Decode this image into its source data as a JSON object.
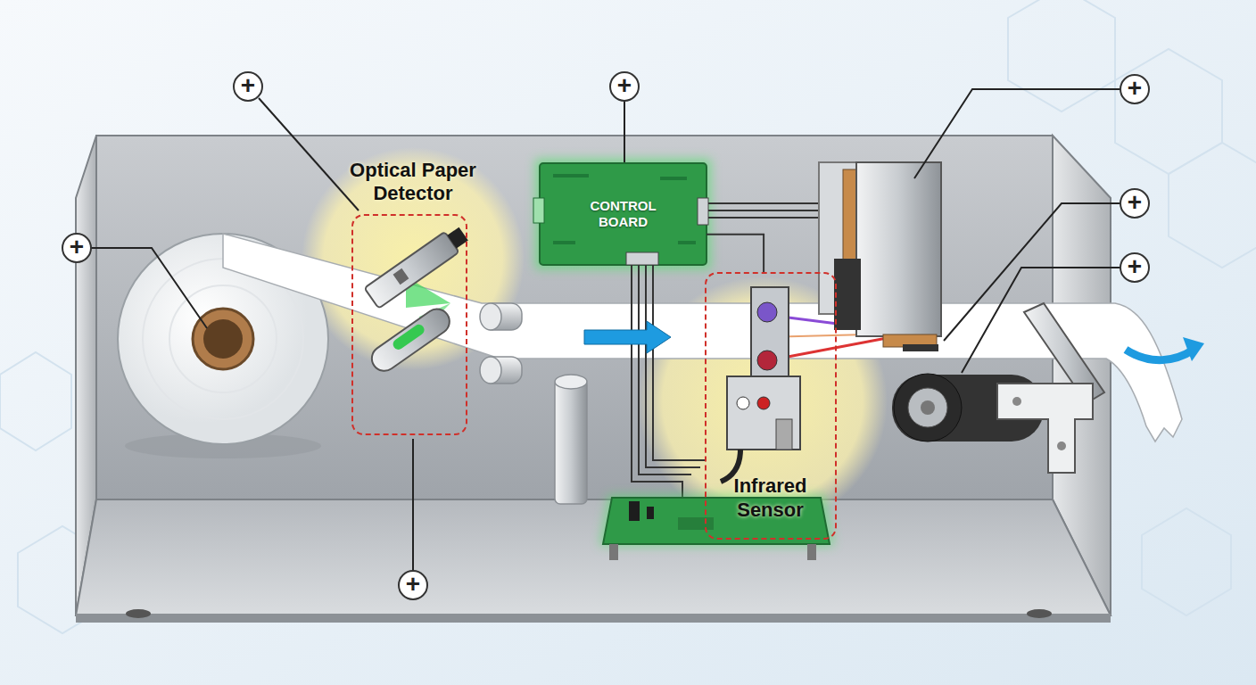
{
  "diagram": {
    "nodes": [
      {
        "text": [
          "Optical Paper Detector"
        ]
      },
      {
        "text": [
          "CONTROL BOARD"
        ]
      },
      {
        "text": [
          "Infrared Sensor"
        ]
      }
    ],
    "edges": [
      {
        "from": 1,
        "to": 2,
        "arrow": "none"
      }
    ],
    "labels": [
      "+",
      "+",
      "+",
      "+",
      "+",
      "+",
      "+"
    ]
  }
}
